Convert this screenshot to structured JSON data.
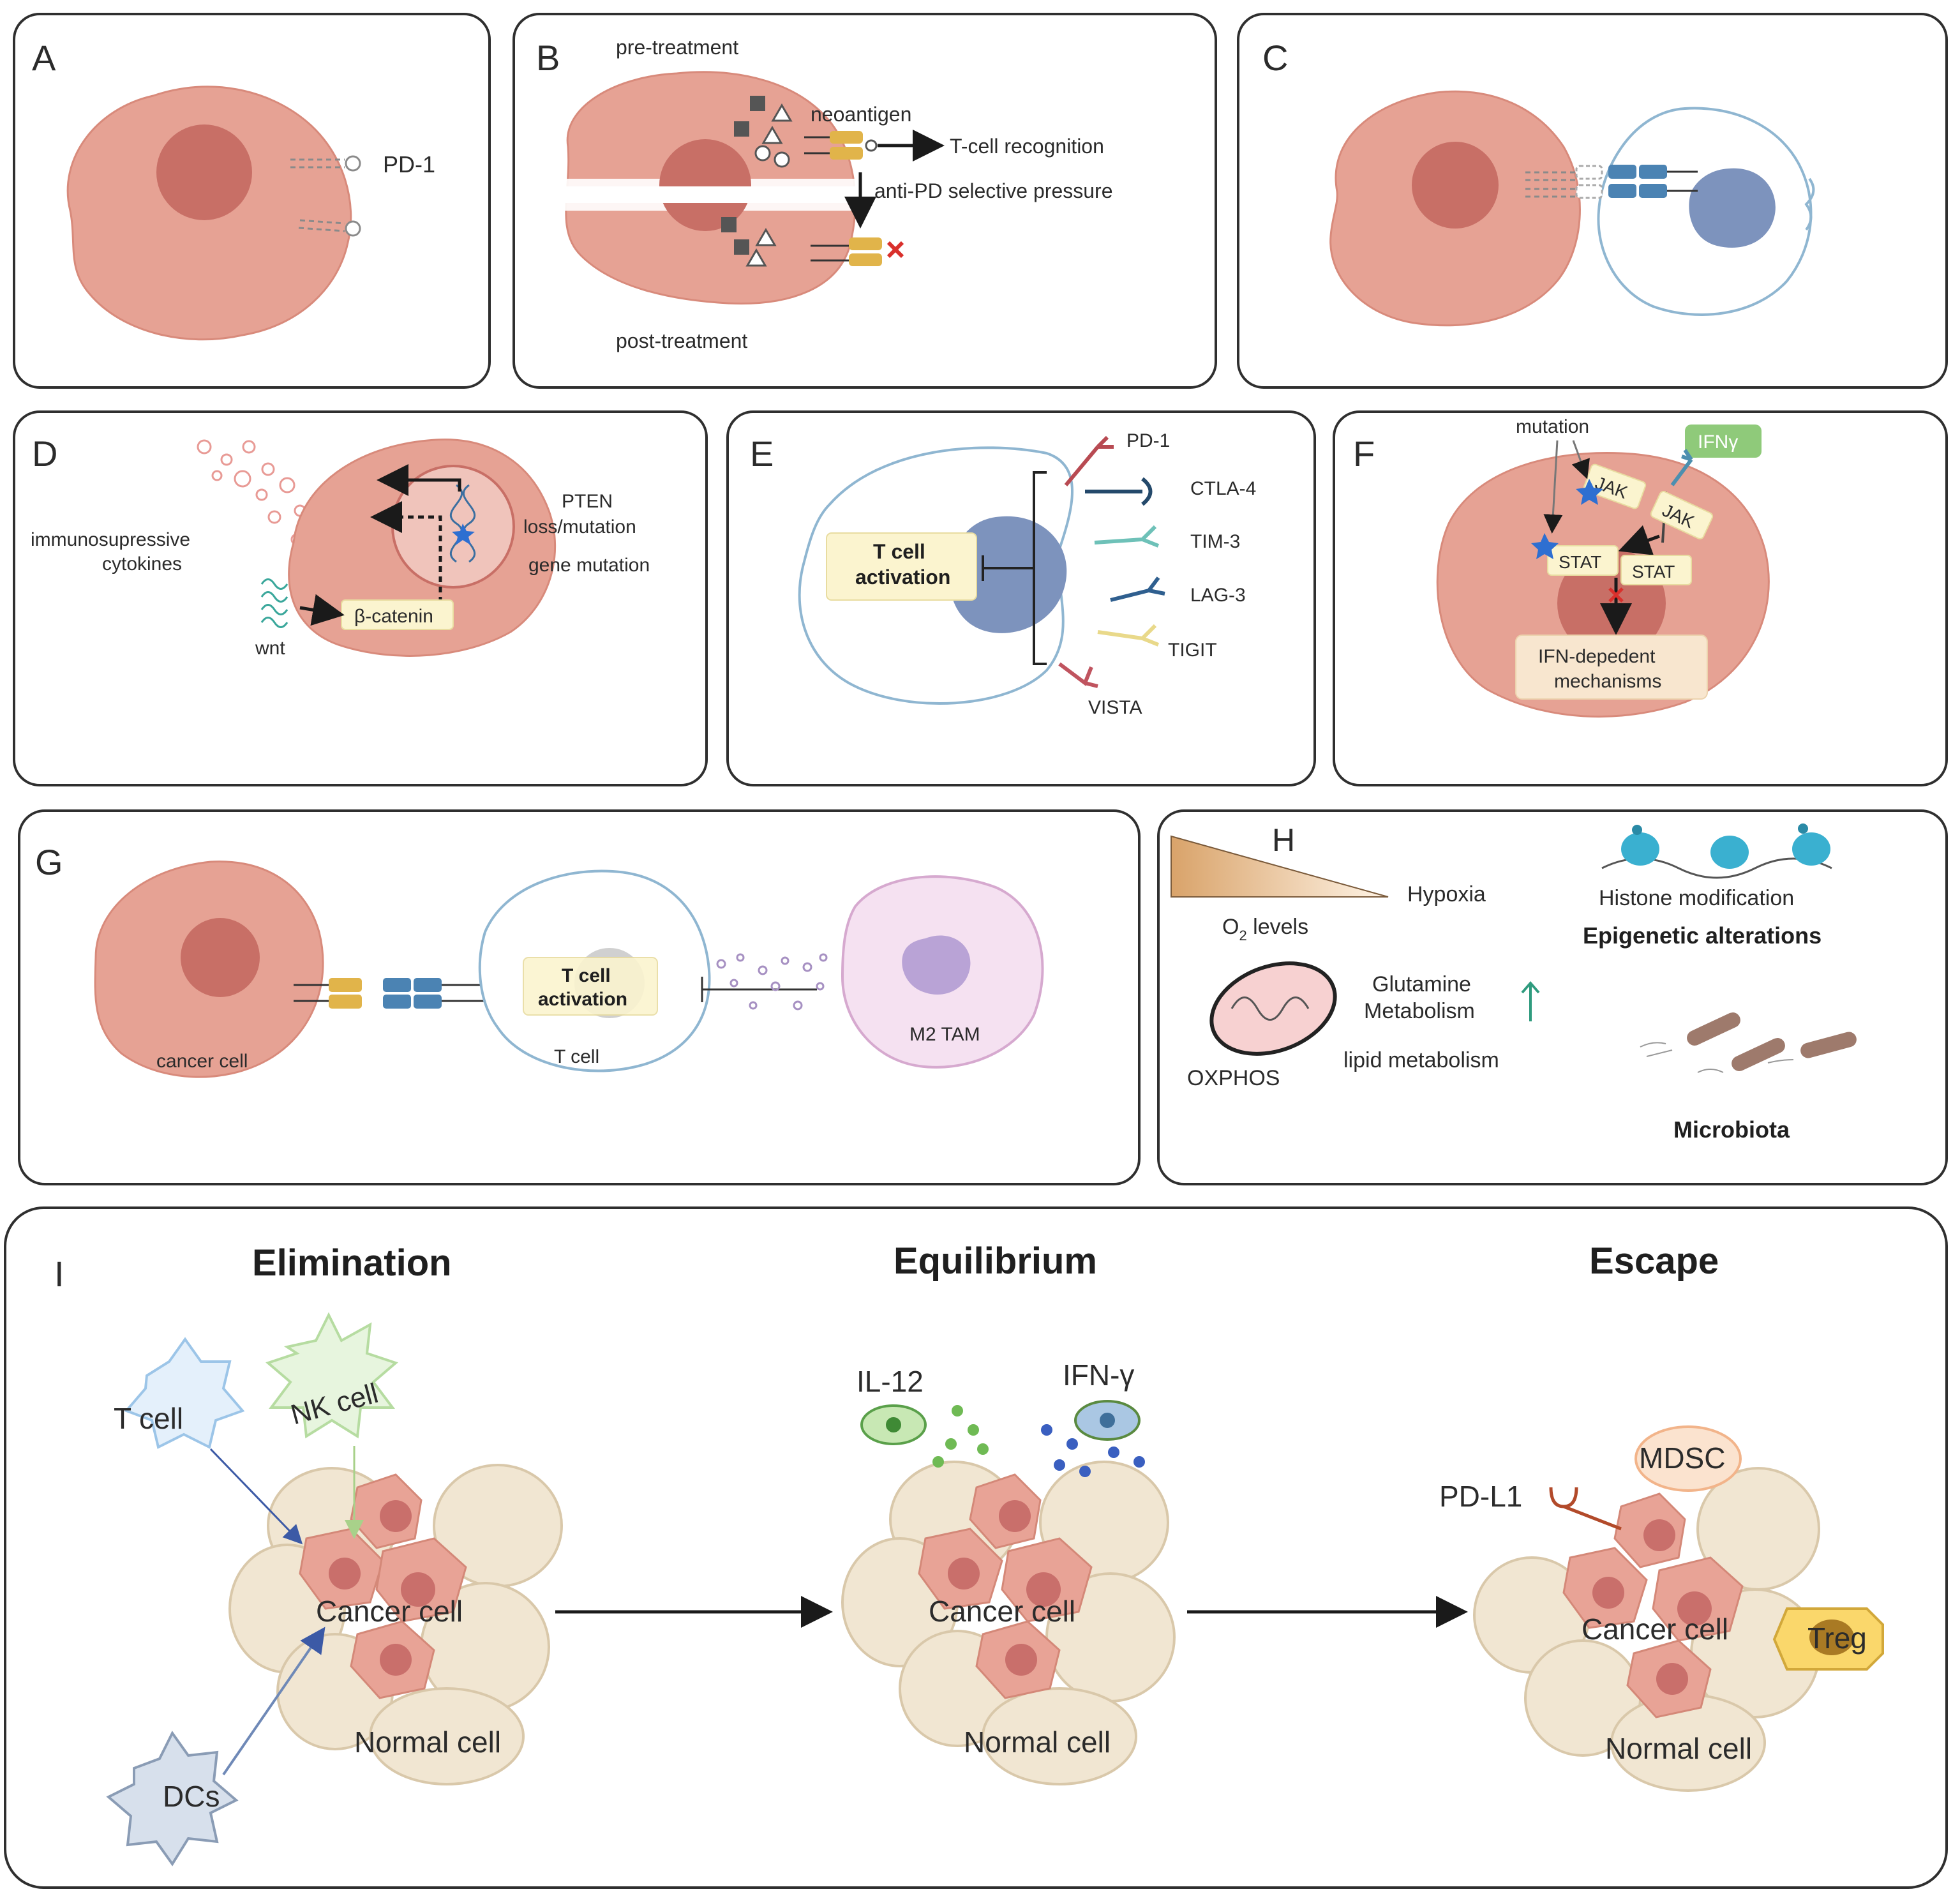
{
  "panels": {
    "A": {
      "letter": "A",
      "pd1": "PD-1"
    },
    "B": {
      "letter": "B",
      "pre": "pre-treatment",
      "post": "post-treatment",
      "neoantigen": "neoantigen",
      "recognition": "T-cell recognition",
      "pressure": "anti-PD selective pressure"
    },
    "C": {
      "letter": "C"
    },
    "D": {
      "letter": "D",
      "cytokines1": "immunosupressive",
      "cytokines2": "cytokines",
      "pten1": "PTEN",
      "pten2": "loss/mutation",
      "gene": "gene mutation",
      "beta": "β-catenin",
      "wnt": "wnt"
    },
    "E": {
      "letter": "E",
      "act1": "T cell",
      "act2": "activation",
      "r1": "PD-1",
      "r2": "CTLA-4",
      "r3": "TIM-3",
      "r4": "LAG-3",
      "r5": "TIGIT",
      "r6": "VISTA"
    },
    "F": {
      "letter": "F",
      "mutation": "mutation",
      "ifn": "IFNγ",
      "jak": "JAK",
      "stat": "STAT",
      "mech1": "IFN-depedent",
      "mech2": "mechanisms"
    },
    "G": {
      "letter": "G",
      "cancer": "cancer cell",
      "act1": "T cell",
      "act2": "activation",
      "tcell": "T cell",
      "tam": "M2 TAM"
    },
    "H": {
      "letter": "H",
      "hypoxia": "Hypoxia",
      "o2": "O",
      "o2sub": "2",
      "o2rest": " levels",
      "histone": "Histone modification",
      "epi": "Epigenetic alterations",
      "glut1": "Glutamine",
      "glut2": "Metabolism",
      "lipid": "lipid metabolism",
      "oxphos": "OXPHOS",
      "micro": "Microbiota"
    },
    "I": {
      "letter": "I",
      "elim": "Elimination",
      "equi": "Equilibrium",
      "escape": "Escape",
      "tcell": "T cell",
      "nk": "NK cell",
      "dcs": "DCs",
      "cancer": "Cancer cell",
      "normal": "Normal cell",
      "il12": "IL-12",
      "ifng": "IFN-γ",
      "pdl1": "PD-L1",
      "mdsc": "MDSC",
      "treg": "Treg"
    }
  }
}
